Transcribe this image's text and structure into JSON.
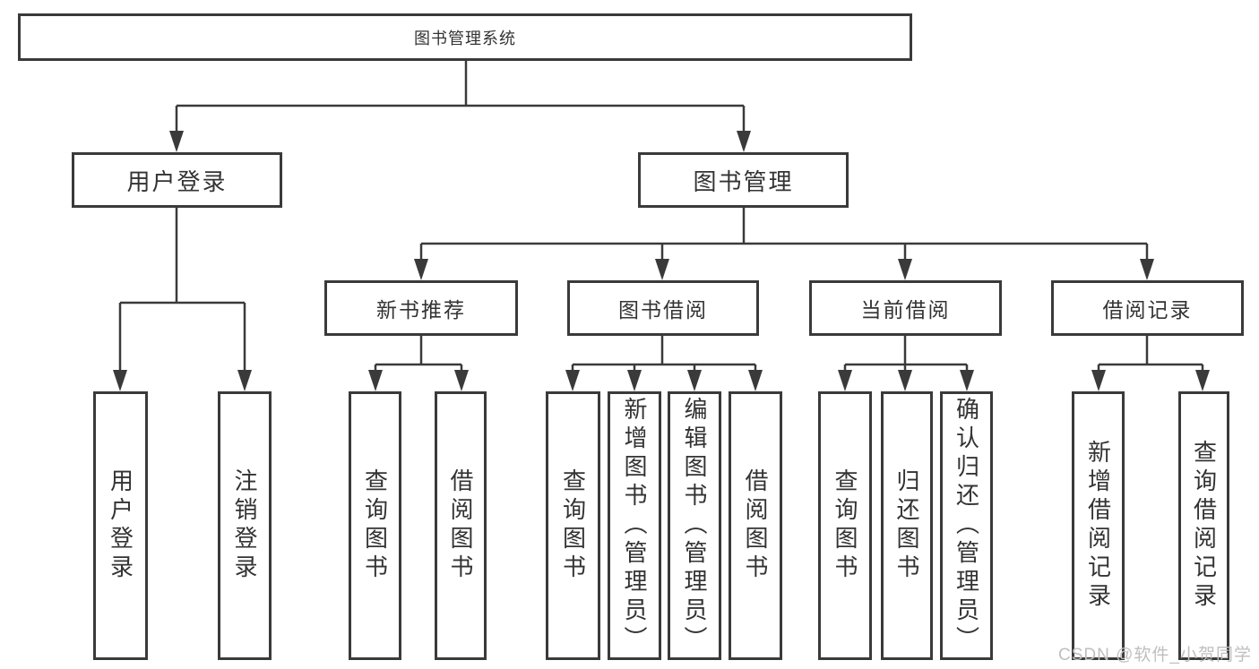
{
  "tree": {
    "label": "图书管理系统",
    "children": [
      {
        "label": "用户登录",
        "children": [
          {
            "label": "用户登录"
          },
          {
            "label": "注销登录"
          }
        ]
      },
      {
        "label": "图书管理",
        "children": [
          {
            "label": "新书推荐",
            "children": [
              {
                "label": "查询图书"
              },
              {
                "label": "借阅图书"
              }
            ]
          },
          {
            "label": "图书借阅",
            "children": [
              {
                "label": "查询图书"
              },
              {
                "label": "新增图书（管理员）"
              },
              {
                "label": "编辑图书（管理员）"
              },
              {
                "label": "借阅图书"
              }
            ]
          },
          {
            "label": "当前借阅",
            "children": [
              {
                "label": "查询图书"
              },
              {
                "label": "归还图书"
              },
              {
                "label": "确认归还（管理员）"
              }
            ]
          },
          {
            "label": "借阅记录",
            "children": [
              {
                "label": "新增借阅记录"
              },
              {
                "label": "查询借阅记录"
              }
            ]
          }
        ]
      }
    ]
  },
  "colors": {
    "line": "#3a3a3a",
    "text": "#333333",
    "watermark": "#bfbfbf"
  },
  "watermark": "CSDN @软件_小贺同学"
}
